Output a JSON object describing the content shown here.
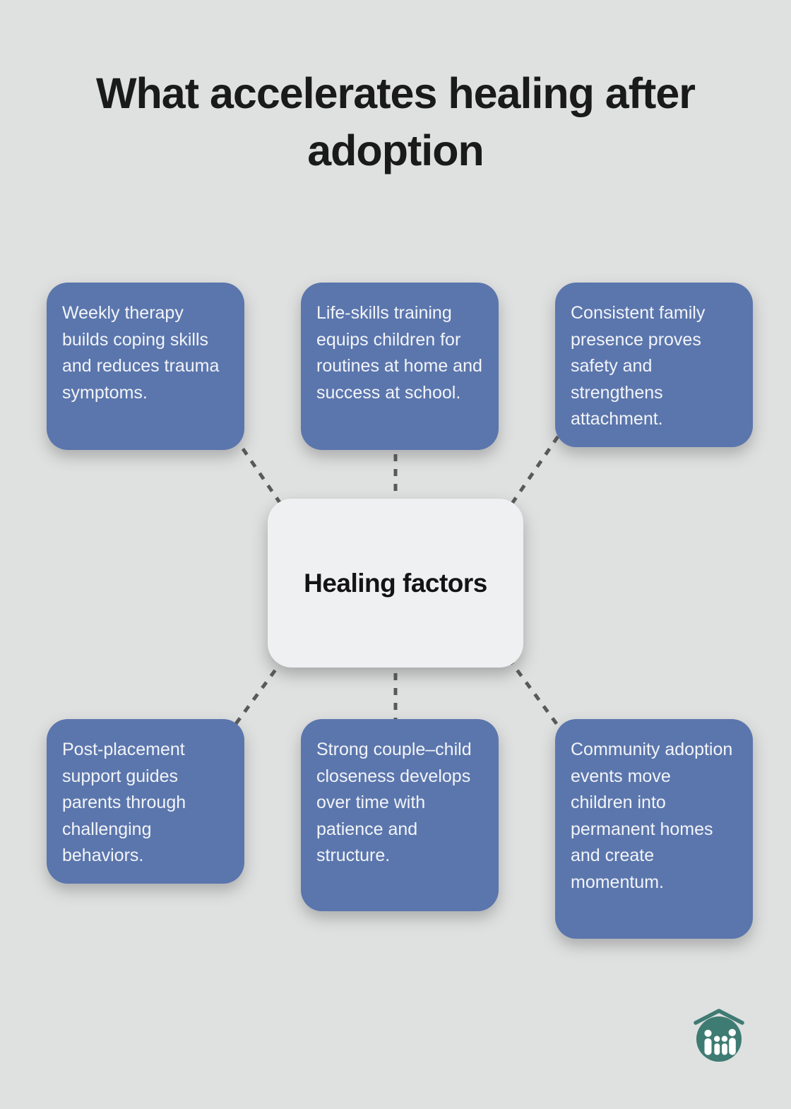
{
  "title": "What accelerates healing after adoption",
  "center_node": {
    "label": "Healing factors"
  },
  "factor_nodes": [
    {
      "position": "top-left",
      "text": "Weekly therapy builds coping skills and reduces trauma symptoms."
    },
    {
      "position": "top-middle",
      "text": "Life-skills training equips children for routines at home and success at school."
    },
    {
      "position": "top-right",
      "text": "Consistent family presence proves safety and strengthens attachment."
    },
    {
      "position": "bottom-left",
      "text": "Post-placement support guides parents through challenging behaviors."
    },
    {
      "position": "bottom-middle",
      "text": "Strong couple–child closeness develops over time with patience and structure."
    },
    {
      "position": "bottom-right",
      "text": "Community adoption events move children into permanent homes and create momentum."
    }
  ],
  "logo": {
    "icon": "family-under-roof-icon"
  },
  "colors": {
    "page_background": "#dfe0e0",
    "factor_node_blue": "#5b76ad",
    "factor_node_text": "#f2f4f8",
    "center_node_background": "#eff0f2",
    "title_text": "#1a1a1a",
    "connector_gray": "#595959",
    "logo_teal": "#3e7b72"
  }
}
